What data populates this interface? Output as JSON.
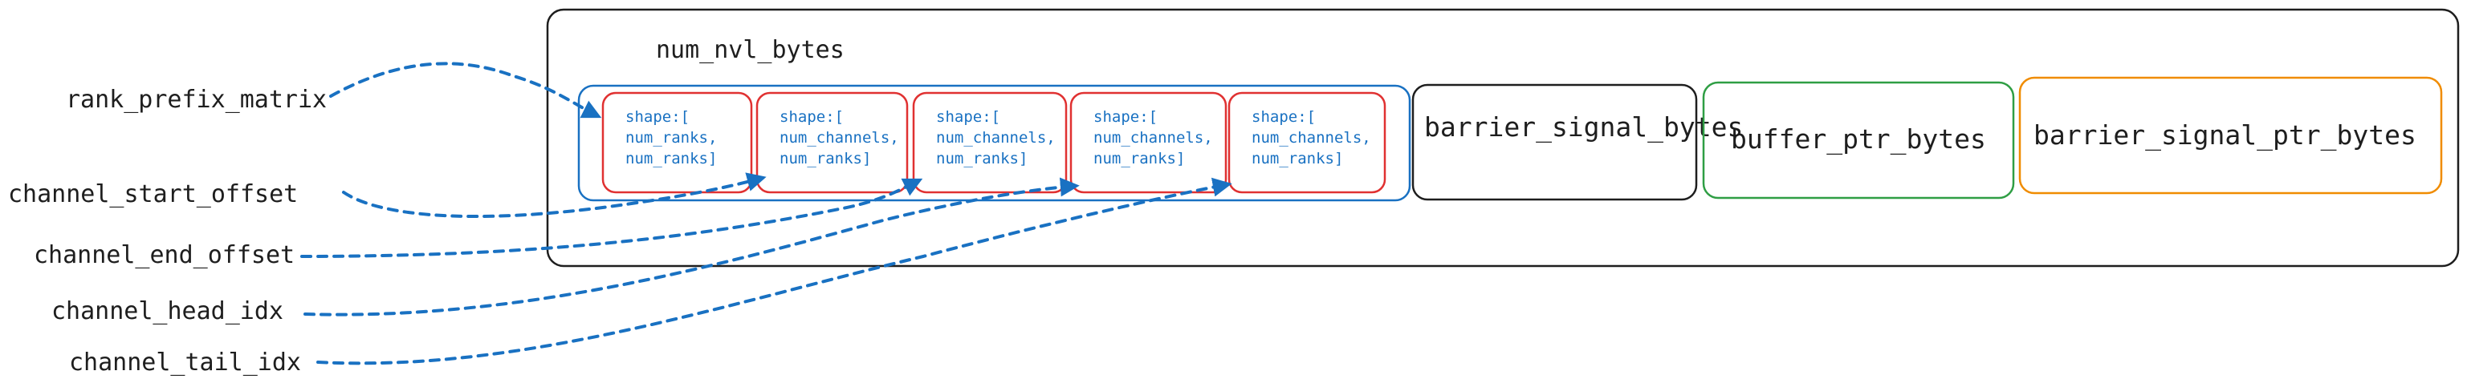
{
  "title": "num_nvl_bytes",
  "left_labels": [
    "rank_prefix_matrix",
    "channel_start_offset",
    "channel_end_offset",
    "channel_head_idx",
    "channel_tail_idx"
  ],
  "shape_boxes": [
    [
      "shape:[",
      "num_ranks,",
      "num_ranks]"
    ],
    [
      "shape:[",
      "num_channels,",
      "num_ranks]"
    ],
    [
      "shape:[",
      "num_channels,",
      "num_ranks]"
    ],
    [
      "shape:[",
      "num_channels,",
      "num_ranks]"
    ],
    [
      "shape:[",
      "num_channels,",
      "num_ranks]"
    ]
  ],
  "right_boxes": [
    {
      "label": "barrier_signal_bytes",
      "color": "#1e1e1e"
    },
    {
      "label": "buffer_ptr_bytes",
      "color": "#2f9e44"
    },
    {
      "label": "barrier_signal_ptr_bytes",
      "color": "#f08c00"
    }
  ],
  "colors": {
    "outline": "#1e1e1e",
    "group": "#1971c2",
    "shape_box": "#e03131",
    "arrow": "#1971c2"
  }
}
